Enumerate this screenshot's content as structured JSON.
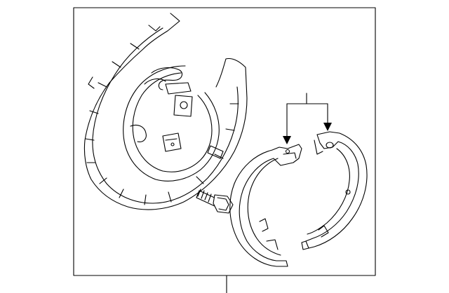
{
  "diagram": {
    "type": "exploded-parts-diagram",
    "colors": {
      "line": "#000000",
      "background": "#ffffff"
    },
    "parts": [
      {
        "id": "backing-plate",
        "label": ""
      },
      {
        "id": "mounting-bolt",
        "label": ""
      },
      {
        "id": "front-brake-shoe",
        "label": ""
      },
      {
        "id": "rear-brake-shoe",
        "label": ""
      }
    ],
    "callouts": [
      {
        "id": "shoe-pair-callout",
        "label": "",
        "targets": [
          "front-brake-shoe",
          "rear-brake-shoe"
        ]
      },
      {
        "id": "assembly-callout",
        "label": ""
      }
    ]
  }
}
